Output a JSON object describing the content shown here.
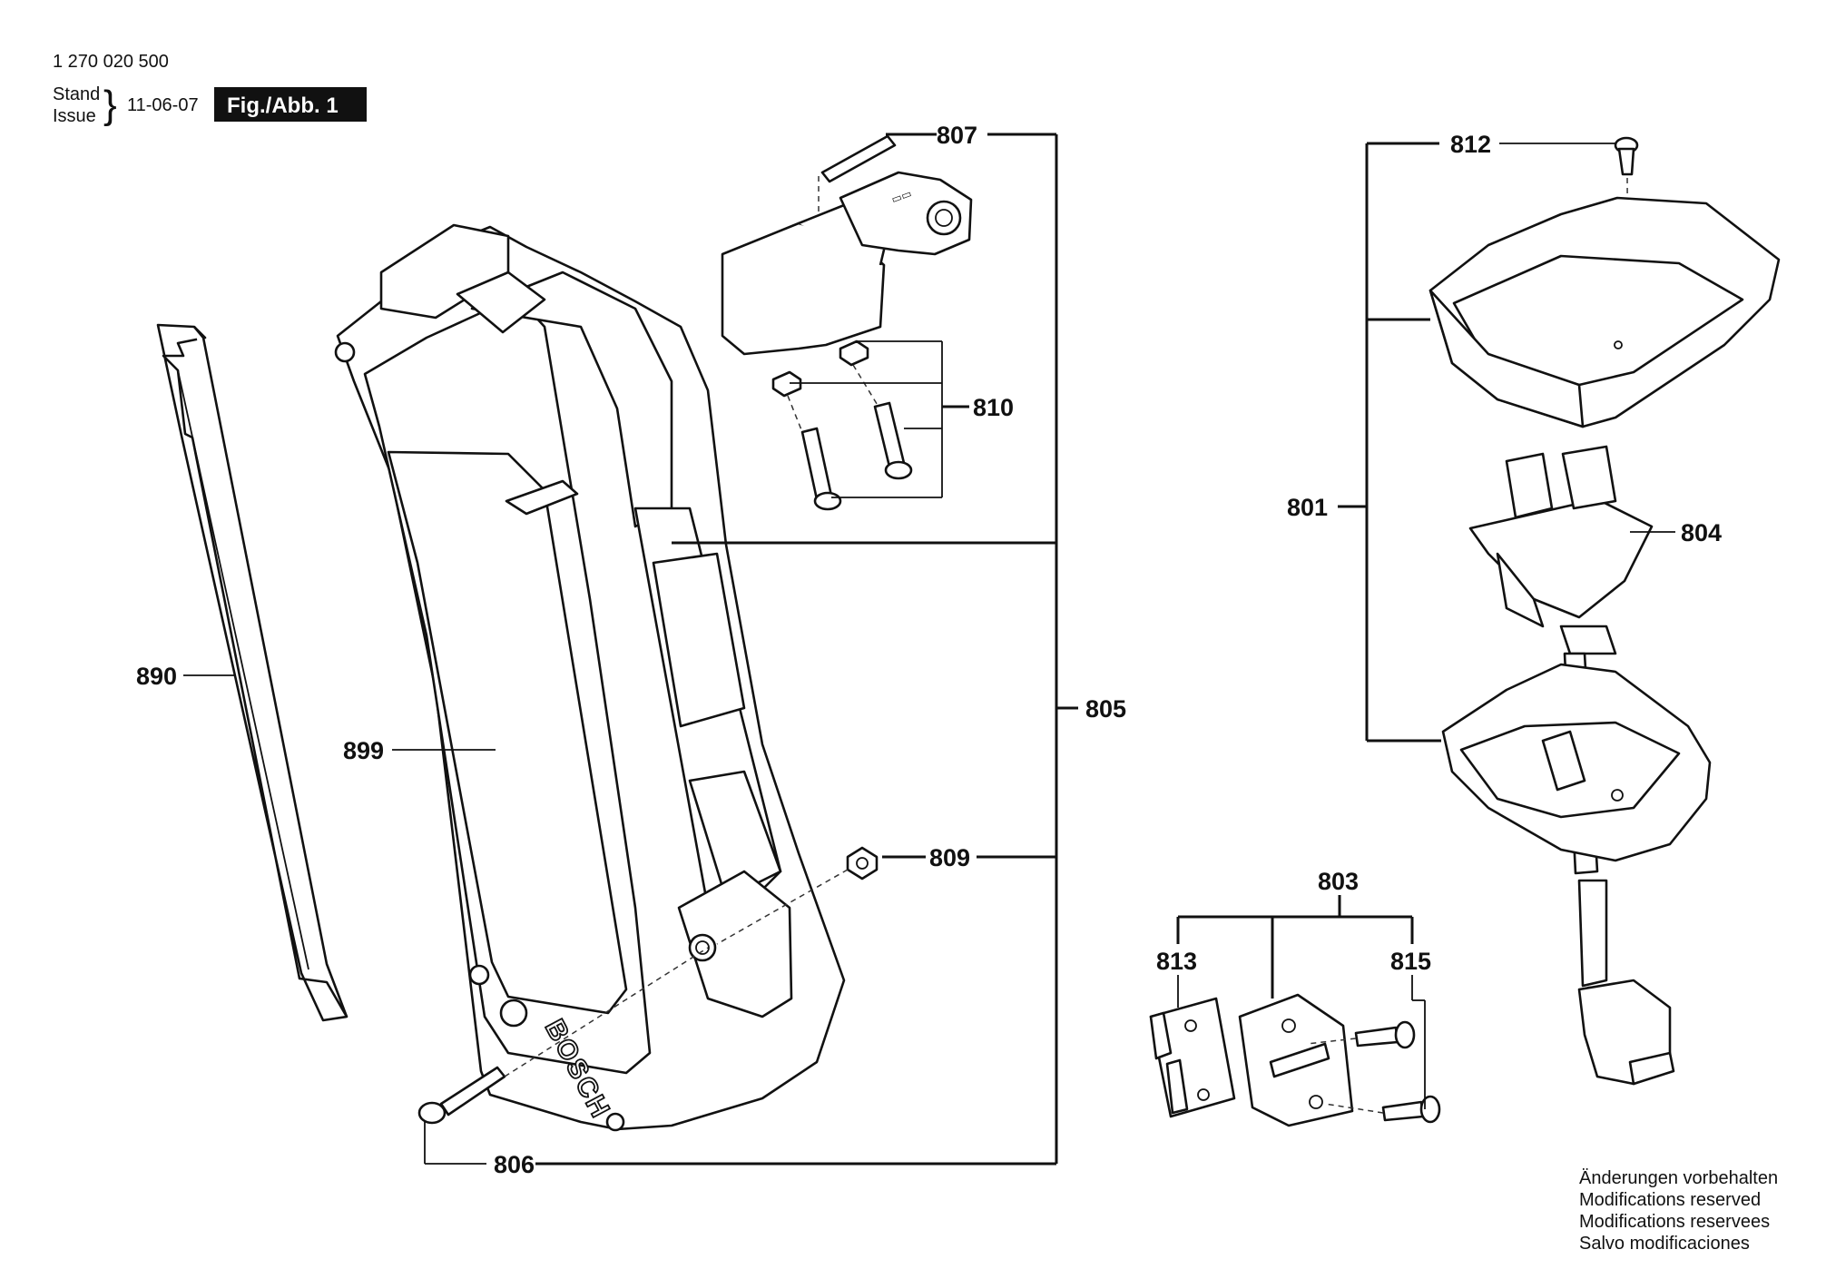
{
  "header": {
    "part_number": "1 270 020 500",
    "stand": "Stand",
    "issue": "Issue",
    "brace": "}",
    "date": "11-06-07",
    "figure": "Fig./Abb. 1"
  },
  "callouts": {
    "c801": "801",
    "c803": "803",
    "c804": "804",
    "c805": "805",
    "c806": "806",
    "c807": "807",
    "c809": "809",
    "c810": "810",
    "c812": "812",
    "c813": "813",
    "c815": "815",
    "c890": "890",
    "c899": "899"
  },
  "battery_brand": "BOSCH",
  "footer": {
    "line1": "Änderungen vorbehalten",
    "line2": "Modifications reserved",
    "line3": "Modifications reservees",
    "line4": "Salvo modificaciones"
  }
}
